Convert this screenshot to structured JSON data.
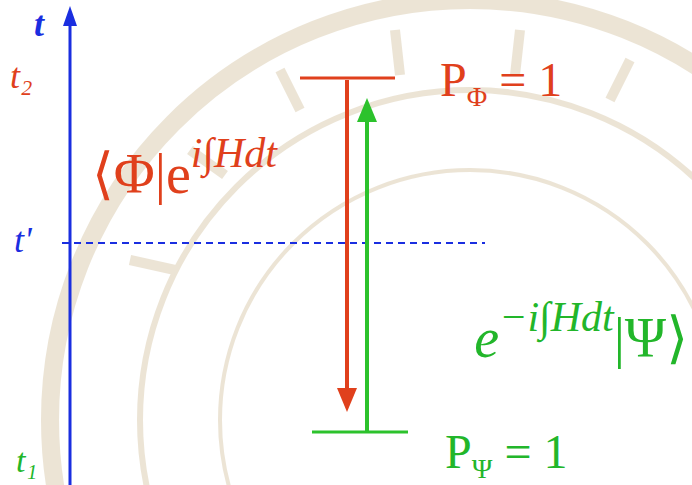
{
  "diagram": {
    "labels": [
      "t",
      "t₂",
      "t'",
      "t₁",
      "⟨Φ|e",
      "i∫Hdt",
      "P",
      "Φ",
      "= 1",
      "e",
      "−i∫Hdt",
      "|Ψ⟩",
      "P",
      "Ψ",
      "= 1"
    ]
  }
}
